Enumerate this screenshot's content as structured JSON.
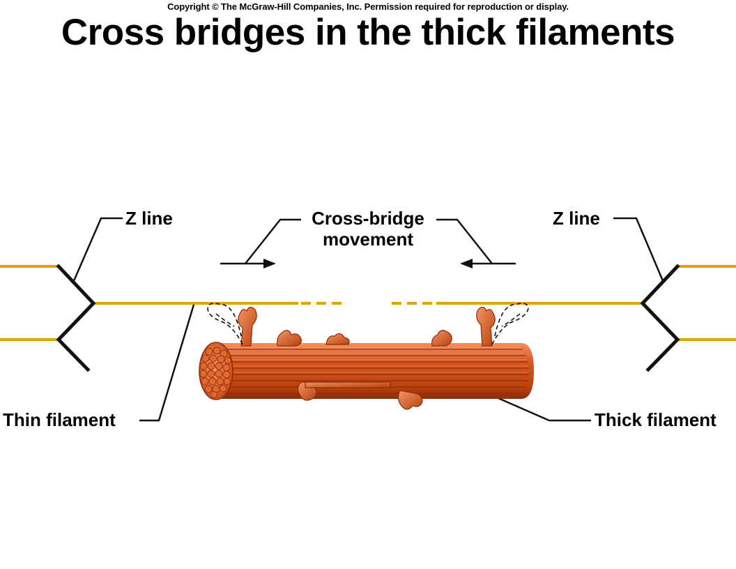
{
  "copyright": "Copyright © The McGraw-Hill Companies, Inc. Permission required for reproduction or display.",
  "title": "Cross bridges in the thick filaments",
  "labels": {
    "z_line_left": "Z line",
    "z_line_right": "Z line",
    "cross_bridge_line1": "Cross-bridge",
    "cross_bridge_line2": "movement",
    "thin_filament": "Thin filament",
    "thick_filament": "Thick filament"
  },
  "colors": {
    "thin_filament": "#E8A200",
    "z_line": "#111111",
    "thick_filament_body": "#D0501A",
    "thick_filament_dark": "#8E2A08",
    "thick_filament_light": "#F08A50",
    "background": "#FFFFFF"
  }
}
